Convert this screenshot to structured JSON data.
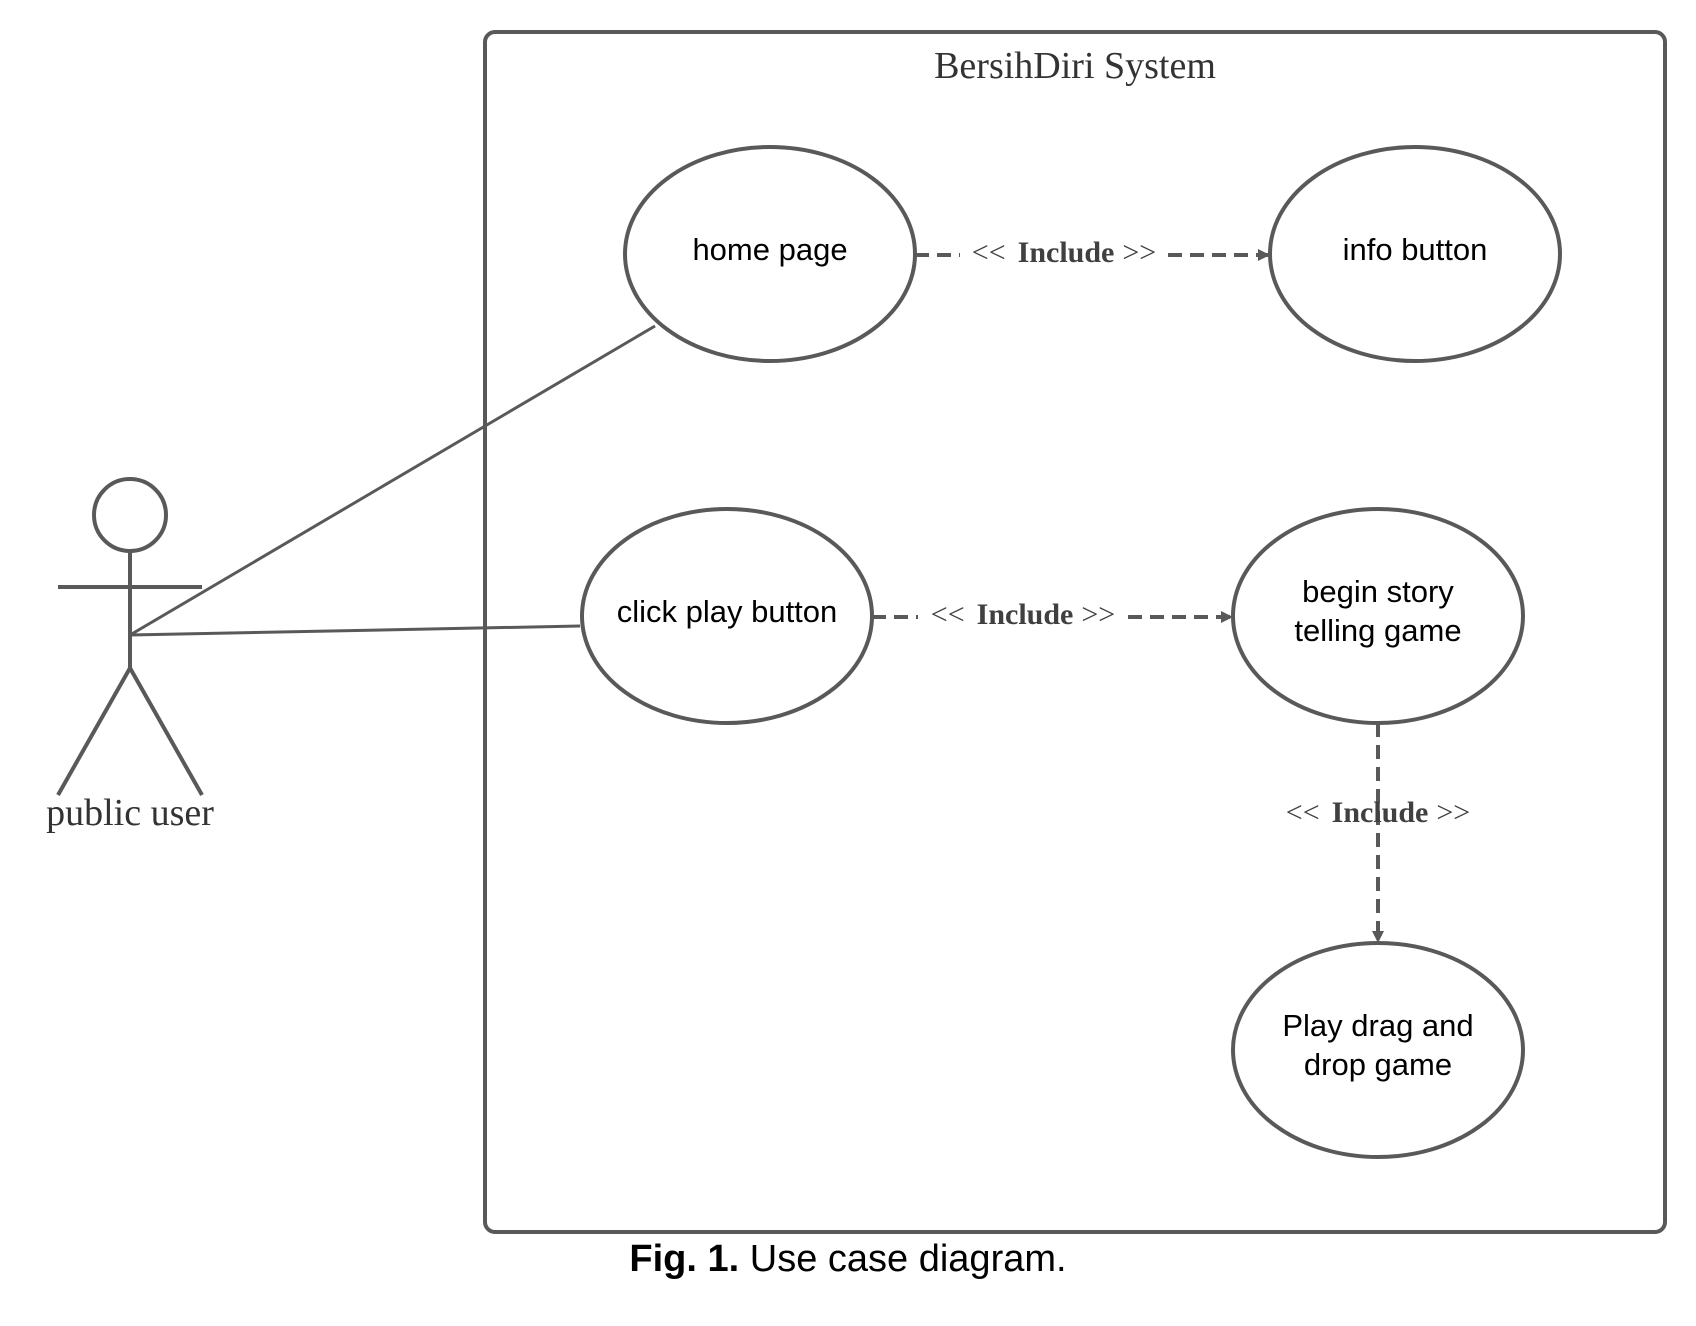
{
  "system": {
    "title": "BersihDiri System"
  },
  "actor": {
    "label": "public user"
  },
  "use_cases": {
    "home_page": "home page",
    "info_button": "info button",
    "click_play": "click play button",
    "begin_story": [
      "begin story",
      "telling game"
    ],
    "drag_drop": [
      "Play drag and",
      "drop game"
    ]
  },
  "relations": {
    "home_info": {
      "open": "<<",
      "keyword": "Include",
      "close": ">>"
    },
    "play_story": {
      "open": "<<",
      "keyword": "Include",
      "close": ">>"
    },
    "story_drag": {
      "open": "<<",
      "keyword": "Include",
      "close": ">>"
    }
  },
  "caption": {
    "label": "Fig. 1.",
    "text": " Use case diagram."
  },
  "colors": {
    "stroke": "#595959",
    "text": "#000000",
    "label": "#404040"
  }
}
